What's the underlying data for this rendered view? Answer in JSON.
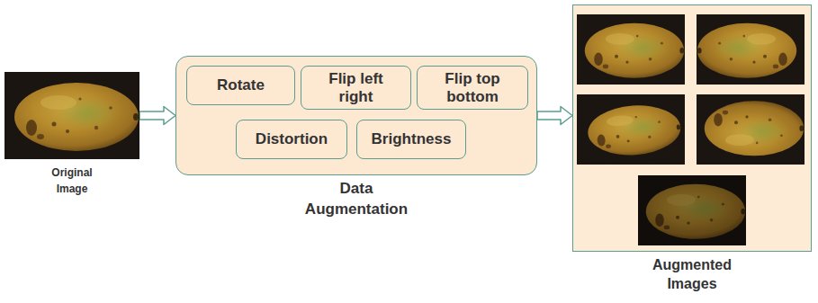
{
  "diagram": {
    "nodes": [
      {
        "text": [
          "Original Image"
        ]
      },
      {
        "text": [
          "Data Augmentation"
        ]
      },
      {
        "text": [
          "Rotate"
        ],
        "in": 1
      },
      {
        "text": [
          "Flip left right"
        ],
        "in": 1
      },
      {
        "text": [
          "Flip top bottom"
        ],
        "in": 1
      },
      {
        "text": [
          "Distortion"
        ],
        "in": 1
      },
      {
        "text": [
          "Brightness"
        ],
        "in": 1
      },
      {
        "text": [
          "Augmented Images"
        ]
      }
    ],
    "edges": [
      {
        "from": 0,
        "to": 1,
        "arrow": "to"
      },
      {
        "from": 1,
        "to": 7,
        "arrow": "to"
      }
    ]
  }
}
